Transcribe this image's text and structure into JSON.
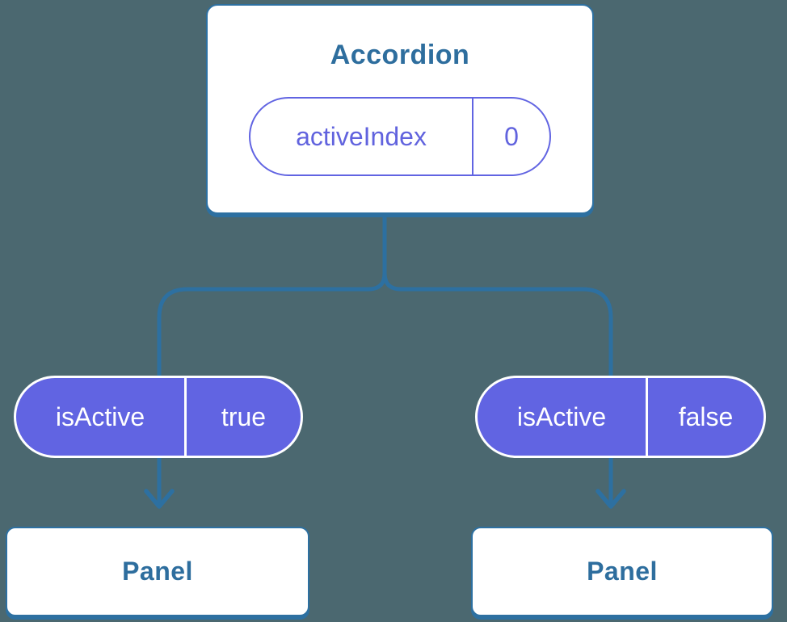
{
  "colors": {
    "background": "#4B6870",
    "line": "#2D70A1",
    "node_text": "#2E6E9E",
    "pill_fill": "#6164E2",
    "pill_outline_text": "#6163DE",
    "node_background": "#FFFFFF",
    "pill_filled_text": "#FFFFFF"
  },
  "tree": {
    "root": {
      "title": "Accordion",
      "state": {
        "name": "activeIndex",
        "value": "0"
      }
    },
    "children": [
      {
        "prop": {
          "name": "isActive",
          "value": "true"
        },
        "node": {
          "label": "Panel"
        }
      },
      {
        "prop": {
          "name": "isActive",
          "value": "false"
        },
        "node": {
          "label": "Panel"
        }
      }
    ]
  }
}
